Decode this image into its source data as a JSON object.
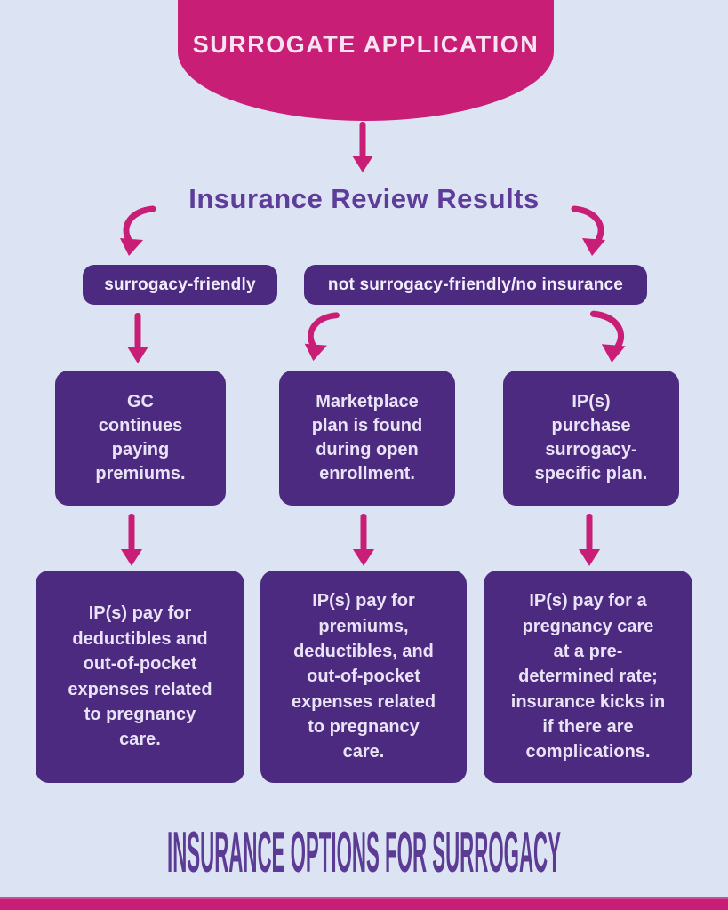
{
  "palette": {
    "background": "#dce4f3",
    "pink": "#c91e76",
    "purple_box": "#4b2a80",
    "heading_text": "#5e3c99",
    "box_text": "#eae2f5",
    "banner_text": "#f8e4f1"
  },
  "header": {
    "title": "SURROGATE APPLICATION"
  },
  "flow": {
    "heading": "Insurance Review Results",
    "branches": [
      {
        "label": "surrogacy-friendly"
      },
      {
        "label": "not surrogacy-friendly/no insurance"
      }
    ],
    "middle_boxes": [
      {
        "text": "GC\ncontinues\npaying\npremiums."
      },
      {
        "text": "Marketplace\nplan is found\nduring open\nenrollment."
      },
      {
        "text": "IP(s)\npurchase\nsurrogacy-\nspecific plan."
      }
    ],
    "bottom_boxes": [
      {
        "text": "IP(s) pay for\ndeductibles and\nout-of-pocket\nexpenses related\nto pregnancy\ncare."
      },
      {
        "text": "IP(s) pay for\npremiums,\ndeductibles, and\nout-of-pocket\nexpenses related\nto pregnancy\ncare."
      },
      {
        "text": "IP(s) pay for a\npregnancy care\nat a pre-\ndetermined rate;\ninsurance kicks in\nif there are\ncomplications."
      }
    ]
  },
  "footer": {
    "title": "INSURANCE OPTIONS FOR SURROGACY"
  }
}
